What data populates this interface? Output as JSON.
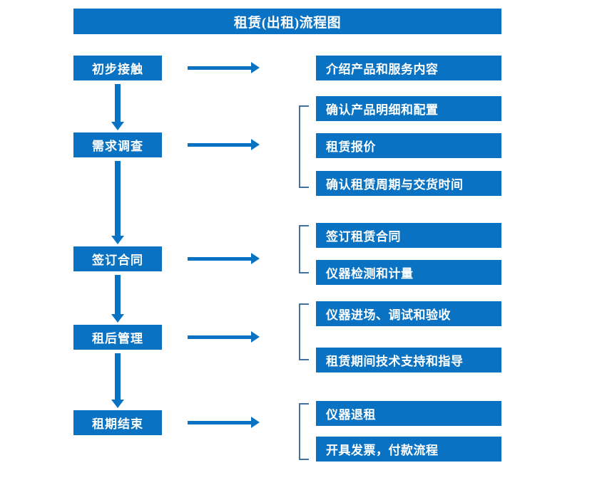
{
  "chart_data": {
    "type": "diagram",
    "title": "租赁(出租)流程图",
    "diagram_kind": "flowchart",
    "orientation": "vertical-with-side-details",
    "stages": [
      {
        "label": "初步接触",
        "details": [
          "介绍产品和服务内容"
        ],
        "grouped": false
      },
      {
        "label": "需求调查",
        "details": [
          "确认产品明细和配置",
          "租赁报价",
          "确认租赁周期与交货时间"
        ],
        "grouped": true
      },
      {
        "label": "签订合同",
        "details": [
          "签订租赁合同",
          "仪器检测和计量"
        ],
        "grouped": true
      },
      {
        "label": "租后管理",
        "details": [
          "仪器进场、调试和验收",
          "租赁期间技术支持和指导"
        ],
        "grouped": true
      },
      {
        "label": "租期结束",
        "details": [
          "仪器退租",
          "开具发票，付款流程"
        ],
        "grouped": true
      }
    ]
  },
  "header": {
    "title": "租赁(出租)流程图"
  },
  "stages": [
    {
      "label": "初步接触"
    },
    {
      "label": "需求调查"
    },
    {
      "label": "签订合同"
    },
    {
      "label": "租后管理"
    },
    {
      "label": "租期结束"
    }
  ],
  "details": [
    {
      "label": "介绍产品和服务内容"
    },
    {
      "label": "确认产品明细和配置"
    },
    {
      "label": "租赁报价"
    },
    {
      "label": "确认租赁周期与交货时间"
    },
    {
      "label": "签订租赁合同"
    },
    {
      "label": "仪器检测和计量"
    },
    {
      "label": "仪器进场、调试和验收"
    },
    {
      "label": "租赁期间技术支持和指导"
    },
    {
      "label": "仪器退租"
    },
    {
      "label": "开具发票，付款流程"
    }
  ],
  "colors": {
    "box_fill": "#0A72C2",
    "box_text": "#FFFFFF",
    "arrow": "#0A72C2",
    "bracket": "#41719C",
    "background": "#FFFFFF"
  }
}
